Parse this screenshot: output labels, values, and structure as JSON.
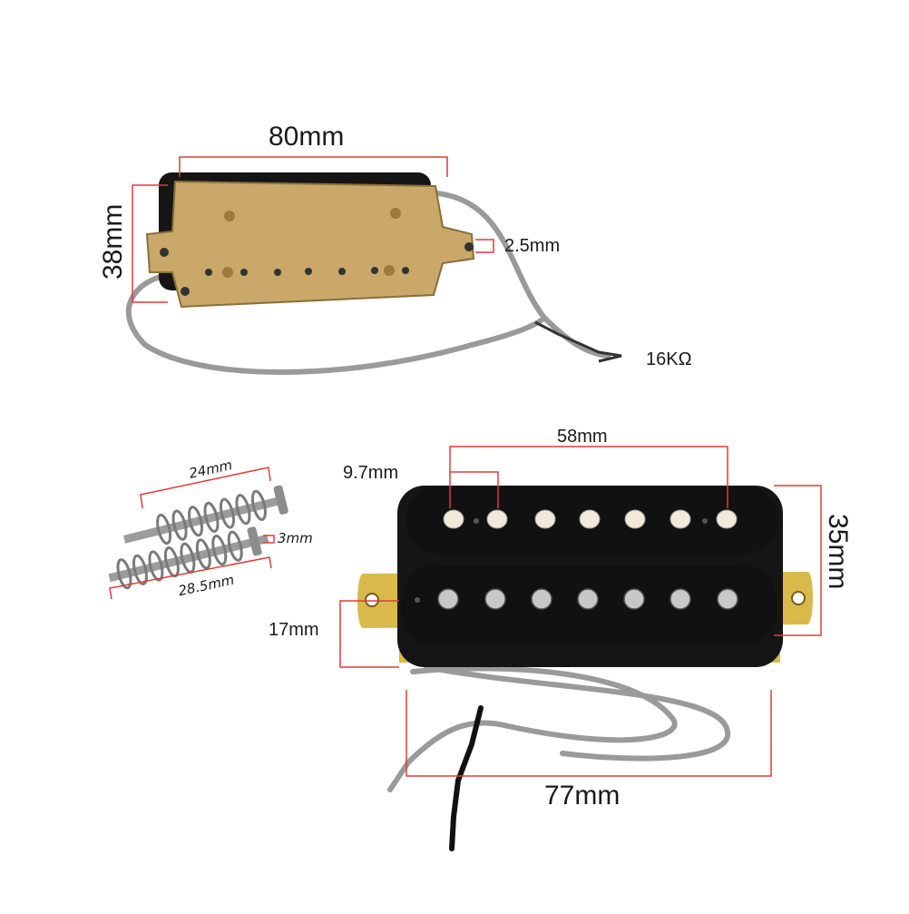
{
  "top_pickup": {
    "width_label": "80mm",
    "height_label": "38mm",
    "hole_label": "2.5mm",
    "resistance_label": "16KΩ"
  },
  "springs": {
    "length_a_label": "24mm",
    "length_b_label": "28.5mm",
    "diameter_label": "3mm"
  },
  "bottom_pickup": {
    "pole_span_label": "58mm",
    "pole_spacing_label": "9.7mm",
    "height_label": "35mm",
    "depth_label": "17mm",
    "width_label": "77mm"
  },
  "colors": {
    "dimension_line": "#e23b3b",
    "baseplate": "#c9a86a",
    "bobbin": "#111111",
    "mount_plate": "#d8b94a",
    "wire_gray": "#9a9a9a"
  }
}
